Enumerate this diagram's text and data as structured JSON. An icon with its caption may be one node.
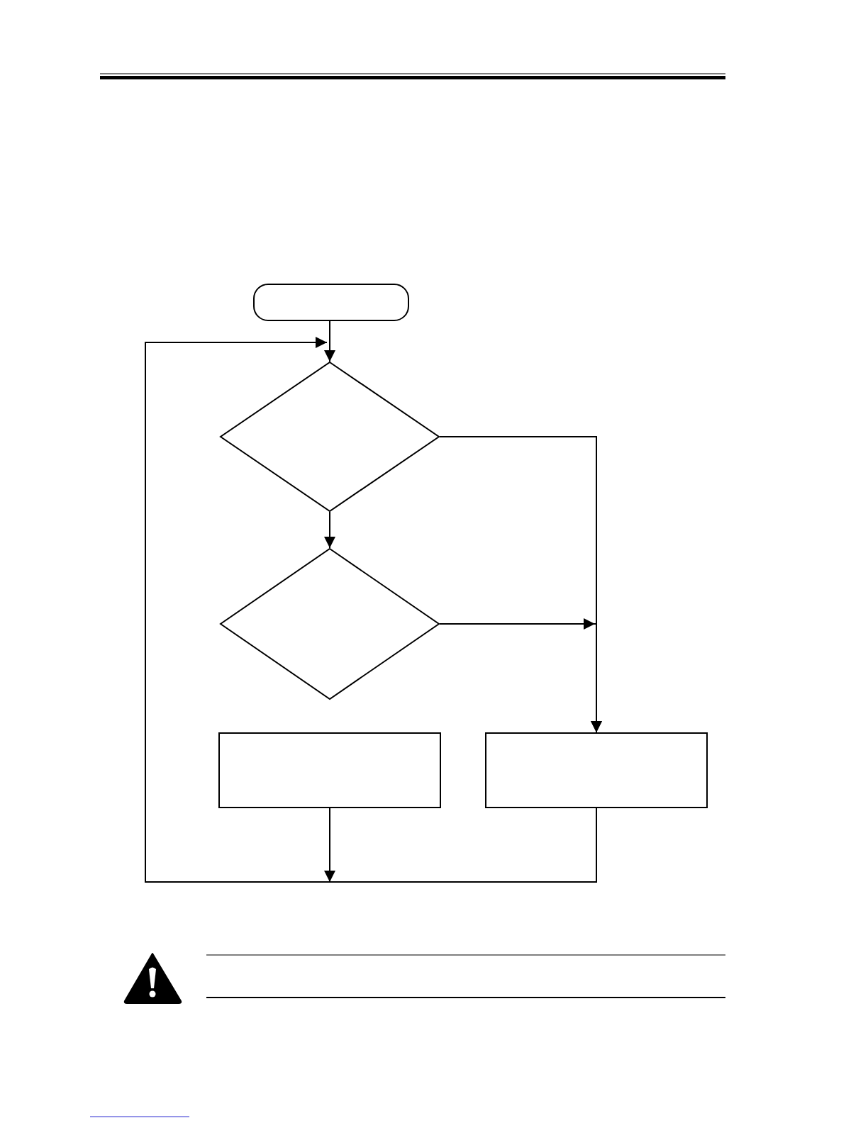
{
  "diagram": {
    "nodes": [
      {
        "text": [],
        "shape": "terminal"
      },
      {
        "text": [],
        "shape": "diamond"
      },
      {
        "text": [],
        "shape": "diamond"
      },
      {
        "text": [],
        "shape": "box"
      },
      {
        "text": [],
        "shape": "box"
      }
    ],
    "edges": [
      {
        "from": 0,
        "to": 1,
        "arrow": "to"
      },
      {
        "from": 1,
        "to": 2,
        "arrow": "to"
      },
      {
        "from": 1,
        "to": 4,
        "arrow": "to"
      },
      {
        "from": 2,
        "to": 4,
        "arrow": "to"
      },
      {
        "from": 3,
        "to": 1,
        "arrow": "to"
      },
      {
        "from": 4,
        "to": 1,
        "arrow": "to"
      }
    ]
  }
}
